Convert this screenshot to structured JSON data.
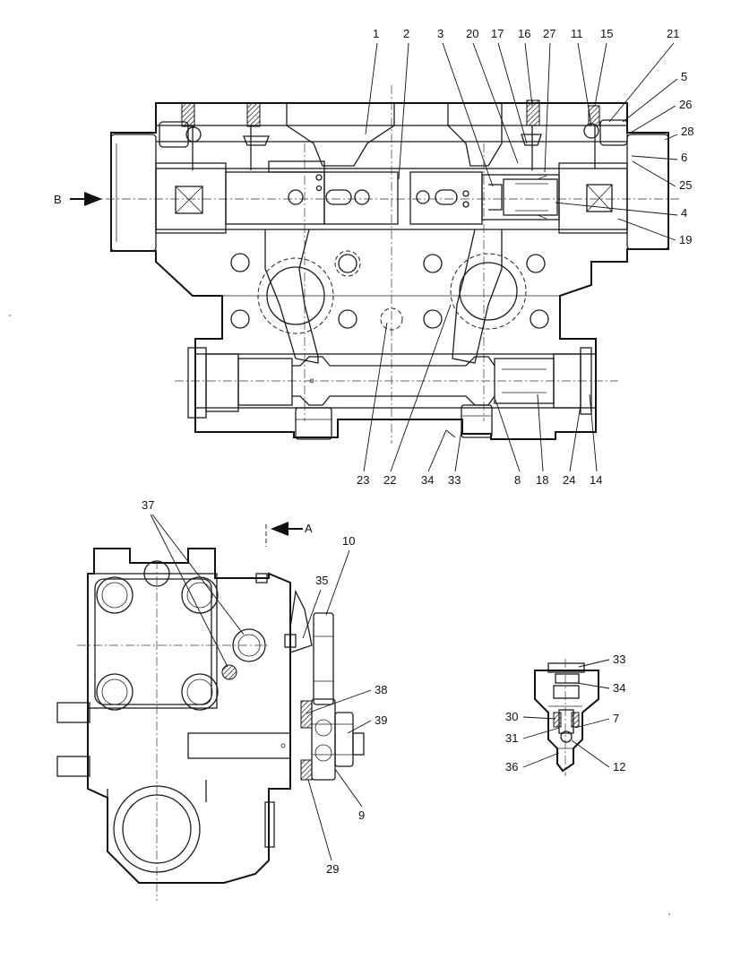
{
  "section_view": {
    "labels_top": [
      {
        "id": "1",
        "text": "1"
      },
      {
        "id": "2",
        "text": "2"
      },
      {
        "id": "3",
        "text": "3"
      },
      {
        "id": "20",
        "text": "20"
      },
      {
        "id": "17",
        "text": "17"
      },
      {
        "id": "16",
        "text": "16"
      },
      {
        "id": "27",
        "text": "27"
      },
      {
        "id": "11",
        "text": "11"
      },
      {
        "id": "15",
        "text": "15"
      },
      {
        "id": "21",
        "text": "21"
      }
    ],
    "labels_right": [
      {
        "id": "5",
        "text": "5"
      },
      {
        "id": "26",
        "text": "26"
      },
      {
        "id": "28",
        "text": "28"
      },
      {
        "id": "6",
        "text": "6"
      },
      {
        "id": "25",
        "text": "25"
      },
      {
        "id": "4",
        "text": "4"
      },
      {
        "id": "19",
        "text": "19"
      }
    ],
    "labels_bottom": [
      {
        "id": "23",
        "text": "23"
      },
      {
        "id": "22",
        "text": "22"
      },
      {
        "id": "34",
        "text": "34"
      },
      {
        "id": "33",
        "text": "33"
      },
      {
        "id": "8",
        "text": "8"
      },
      {
        "id": "18",
        "text": "18"
      },
      {
        "id": "24",
        "text": "24"
      },
      {
        "id": "14",
        "text": "14"
      }
    ],
    "view_arrow": "B"
  },
  "side_view": {
    "labels": [
      {
        "id": "37",
        "text": "37"
      },
      {
        "id": "10",
        "text": "10"
      },
      {
        "id": "35",
        "text": "35"
      },
      {
        "id": "38",
        "text": "38"
      },
      {
        "id": "39",
        "text": "39"
      },
      {
        "id": "9",
        "text": "9"
      },
      {
        "id": "29",
        "text": "29"
      }
    ],
    "view_arrow": "A"
  },
  "detail_view": {
    "labels": [
      {
        "id": "33",
        "text": "33"
      },
      {
        "id": "34",
        "text": "34"
      },
      {
        "id": "30",
        "text": "30"
      },
      {
        "id": "7",
        "text": "7"
      },
      {
        "id": "31",
        "text": "31"
      },
      {
        "id": "36",
        "text": "36"
      },
      {
        "id": "12",
        "text": "12"
      }
    ]
  }
}
